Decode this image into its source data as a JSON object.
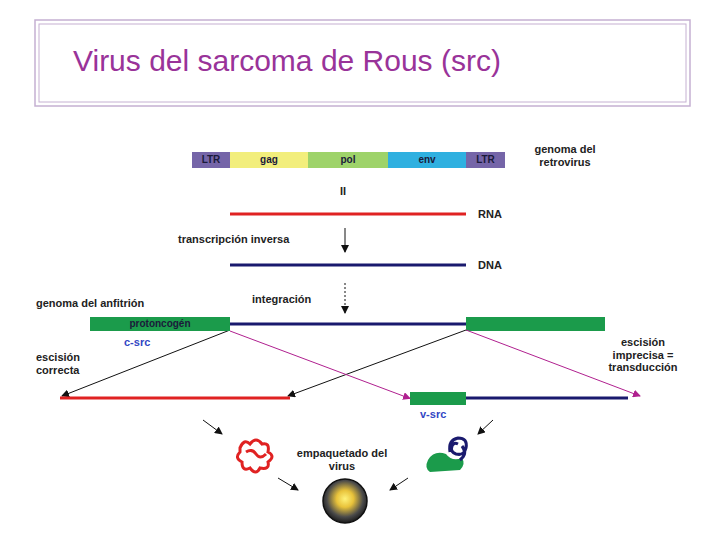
{
  "diagram": {
    "title": "Virus del sarcoma de Rous (src)",
    "nodes": [
      {
        "text": [
          "LTR"
        ]
      },
      {
        "text": [
          "gag"
        ]
      },
      {
        "text": [
          "pol"
        ]
      },
      {
        "text": [
          "env"
        ]
      },
      {
        "text": [
          "LTR"
        ]
      },
      {
        "text": [
          "protoncogén",
          "c-src"
        ]
      },
      {
        "text": [
          "v-src"
        ]
      }
    ],
    "edges": [
      {
        "from": 5,
        "to": 6,
        "arrow": "to"
      }
    ],
    "labels": [
      "genoma del retrovirus",
      "II",
      "RNA",
      "transcripción inversa",
      "DNA",
      "integración",
      "genoma del anfitrión",
      "escisión correcta",
      "escisión imprecisa = transducción",
      "empaquetado del virus"
    ]
  }
}
